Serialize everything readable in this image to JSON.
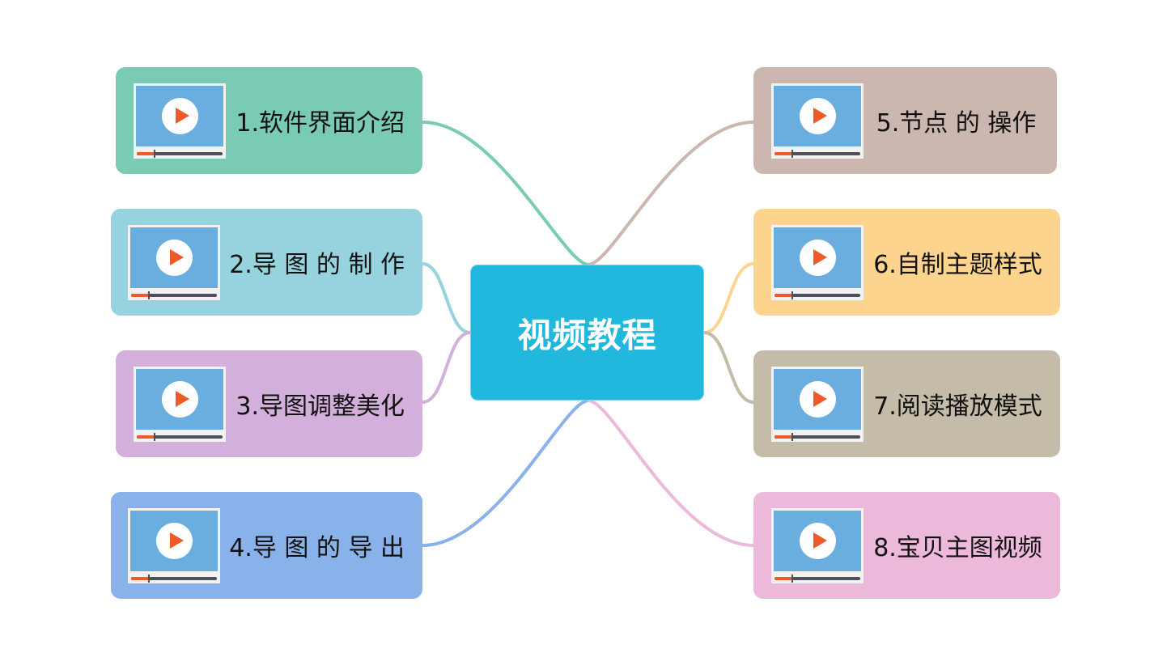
{
  "center": {
    "label": "视频教程",
    "color": "#22b8de"
  },
  "nodes": [
    {
      "label": "1.软件界面介绍",
      "color": "#79cbb3",
      "side": "left"
    },
    {
      "label": "2.导 图 的 制 作",
      "color": "#96d3de",
      "side": "left"
    },
    {
      "label": "3.导图调整美化",
      "color": "#d3afdc",
      "side": "left"
    },
    {
      "label": "4.导 图 的 导 出",
      "color": "#89b2ea",
      "side": "left"
    },
    {
      "label": "5.节点 的 操作",
      "color": "#cbb7b0",
      "side": "right"
    },
    {
      "label": "6.自制主题样式",
      "color": "#fdd48d",
      "side": "right"
    },
    {
      "label": "7.阅读播放模式",
      "color": "#c4bca9",
      "side": "right"
    },
    {
      "label": "8.宝贝主图视频",
      "color": "#ecb9db",
      "side": "right"
    }
  ],
  "icons": {
    "thumbnail": "video-player-icon",
    "play": "play-icon"
  },
  "colors": {
    "play": "#ef5a2a",
    "screen": "#6aaee0"
  }
}
